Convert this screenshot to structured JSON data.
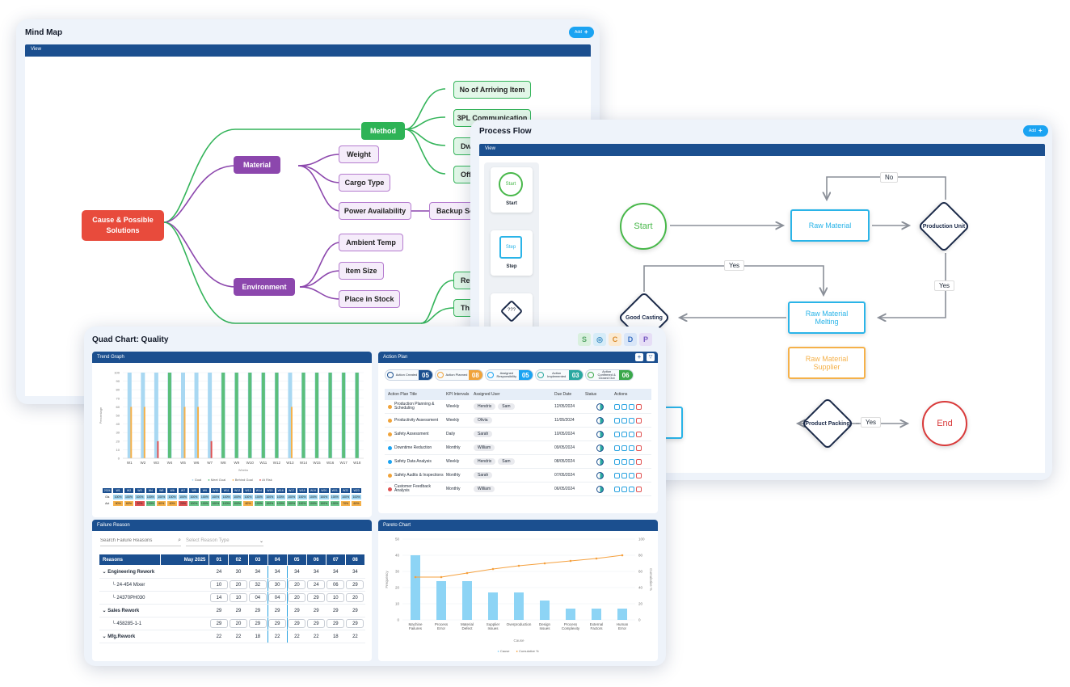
{
  "mind_map": {
    "title": "Mind Map",
    "add_label": "Add",
    "view_label": "View",
    "root": "Cause & Possible Solutions",
    "categories": {
      "method": "Method",
      "material": "Material",
      "environment": "Environment"
    },
    "method_items": [
      "No of Arriving Item",
      "3PL Communication",
      "Dw",
      "Off"
    ],
    "material_items": [
      "Weight",
      "Cargo Type",
      "Power Availability"
    ],
    "material_sub": "Backup So",
    "environment_items": [
      "Ambient Temp",
      "Item Size",
      "Place in Stock"
    ],
    "lower_items": [
      "Re",
      "Th"
    ]
  },
  "process_flow": {
    "title": "Process Flow",
    "add_label": "Add",
    "view_label": "View",
    "palette": [
      {
        "shape": "Start",
        "label": "Start"
      },
      {
        "shape": "Step",
        "label": "Step"
      },
      {
        "shape": "???",
        "label": ""
      }
    ],
    "nodes": {
      "start": "Start",
      "raw_material": "Raw Material",
      "production_unit": "Production Unit",
      "good_casting": "Good Casting",
      "melting": "Raw Material Melting",
      "supplier": "Raw Material Supplier",
      "packing": "Product Packing",
      "end": "End"
    },
    "edge_labels": {
      "no": "No",
      "yes1": "Yes",
      "yes2": "Yes",
      "yes3": "Yes"
    }
  },
  "quad": {
    "title": "Quad Chart: Quality",
    "icons": [
      {
        "name": "s-icon",
        "text": "S",
        "color": "#9ad3a6"
      },
      {
        "name": "globe-icon",
        "text": "◎",
        "color": "#8cc7e8"
      },
      {
        "name": "c-icon",
        "text": "C",
        "color": "#f5c98a"
      },
      {
        "name": "d-icon",
        "text": "D",
        "color": "#8fb7ea"
      },
      {
        "name": "p-icon",
        "text": "P",
        "color": "#b9a4e3"
      }
    ],
    "trend": {
      "title": "Trend Graph",
      "xlabel": "Weeks",
      "ylabel": "Percentage",
      "legend": [
        "Goal",
        "Meet Goal",
        "Behind Goal",
        "At Risk"
      ],
      "table_header": [
        "2024",
        "W1",
        "W2",
        "W3",
        "W4",
        "W5",
        "W6",
        "W7",
        "W8",
        "W9",
        "W10",
        "W11",
        "W12",
        "W13",
        "W14",
        "W15",
        "W16",
        "W17",
        "W18",
        "W19",
        "W20",
        "W21",
        "W22",
        "W23"
      ],
      "row_labels": [
        "Gls",
        "Act"
      ],
      "goal_row": [
        "100%",
        "100%",
        "100%",
        "100%",
        "100%",
        "100%",
        "100%",
        "100%",
        "100%",
        "100%",
        "100%",
        "100%",
        "100%",
        "100%",
        "100%",
        "100%",
        "100%",
        "100%",
        "100%",
        "100%",
        "100%",
        "100%",
        "100%"
      ],
      "act_row": [
        "90%",
        "60%",
        "20%",
        "100%",
        "60%",
        "60%",
        "20%",
        "100%",
        "100%",
        "100%",
        "100%",
        "100%",
        "60%",
        "100%",
        "100%",
        "100%",
        "100%",
        "100%",
        "100%",
        "100%",
        "100%",
        "70%",
        "60%"
      ]
    },
    "action_plan": {
      "title": "Action Plan",
      "summary": [
        {
          "label": "Action Created",
          "count": "05",
          "color": "#1b4f8f"
        },
        {
          "label": "Action Planned",
          "count": "08",
          "color": "#f0a33a"
        },
        {
          "label": "Assigned Responsibility",
          "count": "05",
          "color": "#1aa3f2"
        },
        {
          "label": "Action Implemented",
          "count": "03",
          "color": "#2aa8a0"
        },
        {
          "label": "Action Confirmed & Closed Out",
          "count": "06",
          "color": "#3aa84a"
        }
      ],
      "columns": [
        "Action Plan Title",
        "KPI Intervals",
        "Assigned User",
        "Due Date",
        "Status",
        "Actions"
      ],
      "rows": [
        {
          "title": "Production Planning & Scheduling",
          "interval": "Weekly",
          "users": [
            "Hendrix",
            "Sam"
          ],
          "due": "12/05/2024",
          "icon": "#f0a33a"
        },
        {
          "title": "Productivity Assessment",
          "interval": "Weekly",
          "users": [
            "Olivia"
          ],
          "due": "11/05/2024",
          "icon": "#f0a33a"
        },
        {
          "title": "Safety Assessment",
          "interval": "Daily",
          "users": [
            "Sarah"
          ],
          "due": "10/05/2024",
          "icon": "#f0a33a"
        },
        {
          "title": "Downtime Reduction",
          "interval": "Monthly",
          "users": [
            "William"
          ],
          "due": "09/05/2024",
          "icon": "#1aa3f2"
        },
        {
          "title": "Safety Data Analysis",
          "interval": "Weekly",
          "users": [
            "Hendrix",
            "Sam"
          ],
          "due": "08/05/2024",
          "icon": "#1aa3f2"
        },
        {
          "title": "Safety Audits & Inspections",
          "interval": "Monthly",
          "users": [
            "Sarah"
          ],
          "due": "07/05/2024",
          "icon": "#f0a33a"
        },
        {
          "title": "Customer Feedback Analysis",
          "interval": "Monthly",
          "users": [
            "William"
          ],
          "due": "06/05/2024",
          "icon": "#e05252"
        }
      ]
    },
    "failure": {
      "title": "Failure Reason",
      "search_placeholder": "Search Failure Reasons",
      "select_placeholder": "Select Reason Type",
      "header": [
        "Reasons",
        "May 2025",
        "01",
        "02",
        "03",
        "04",
        "05",
        "06",
        "07",
        "08"
      ],
      "rows": [
        {
          "name": "Engineering Rework",
          "type": "group",
          "values": [
            "24",
            "30",
            "34",
            "34",
            "34",
            "34",
            "34",
            "34"
          ]
        },
        {
          "name": "24-454 Mixer",
          "type": "child",
          "values": [
            "10",
            "20",
            "32",
            "30",
            "20",
            "24",
            "06",
            "29"
          ]
        },
        {
          "name": "24370PH030",
          "type": "child",
          "values": [
            "14",
            "10",
            "04",
            "04",
            "20",
            "29",
            "10",
            "20"
          ]
        },
        {
          "name": "Sales Rework",
          "type": "group",
          "values": [
            "29",
            "29",
            "29",
            "29",
            "29",
            "29",
            "29",
            "29"
          ]
        },
        {
          "name": "458285-1-1",
          "type": "child",
          "values": [
            "29",
            "20",
            "29",
            "29",
            "29",
            "29",
            "29",
            "29"
          ]
        },
        {
          "name": "Mfg.Rework",
          "type": "group",
          "values": [
            "22",
            "22",
            "18",
            "22",
            "22",
            "22",
            "18",
            "22"
          ]
        }
      ]
    },
    "pareto": {
      "title": "Pareto Chart",
      "xlabel": "Cause",
      "ylabel": "Frequency",
      "y2label": "Cumulative %",
      "legend": [
        "Cause",
        "Cumulative %"
      ]
    }
  },
  "chart_data": [
    {
      "type": "bar",
      "title": "Trend Graph",
      "xlabel": "Weeks",
      "ylabel": "Percentage",
      "ylim": [
        0,
        100
      ],
      "categories": [
        "W1",
        "W2",
        "W3",
        "W4",
        "W5",
        "W6",
        "W7",
        "W8",
        "W9",
        "W10",
        "W11",
        "W12",
        "W13",
        "W14",
        "W15",
        "W16",
        "W17",
        "W18"
      ],
      "series": [
        {
          "name": "Goal",
          "color": "#a9d8f2",
          "values": [
            100,
            100,
            100,
            100,
            100,
            100,
            100,
            100,
            100,
            100,
            100,
            100,
            100,
            100,
            100,
            100,
            100,
            100
          ]
        },
        {
          "name": "Meet Goal",
          "color": "#5bbf7a",
          "values": [
            0,
            0,
            0,
            100,
            0,
            0,
            0,
            100,
            100,
            100,
            100,
            100,
            0,
            100,
            100,
            100,
            100,
            100
          ]
        },
        {
          "name": "Behind Goal",
          "color": "#f5b14a",
          "values": [
            60,
            60,
            0,
            0,
            60,
            60,
            0,
            0,
            0,
            0,
            0,
            0,
            60,
            0,
            0,
            0,
            0,
            0
          ]
        },
        {
          "name": "At Risk",
          "color": "#e05252",
          "values": [
            0,
            0,
            20,
            0,
            0,
            0,
            20,
            0,
            0,
            0,
            0,
            0,
            0,
            0,
            0,
            0,
            0,
            0
          ]
        }
      ],
      "grid": true,
      "legend": "bottom"
    },
    {
      "type": "bar",
      "title": "Pareto Chart",
      "xlabel": "Cause",
      "ylabel": "Frequency",
      "ylim": [
        0,
        50
      ],
      "y2lim": [
        0,
        100
      ],
      "categories": [
        "Machine Failures",
        "Process Error",
        "Material Defect",
        "Supplier Issues",
        "Overproduction",
        "Design Issues",
        "Process Complexity",
        "External Factors",
        "Human Error"
      ],
      "series": [
        {
          "name": "Cause",
          "color": "#8dd4f5",
          "values": [
            40,
            24,
            24,
            17,
            17,
            12,
            7,
            7,
            7
          ]
        },
        {
          "name": "Cumulative %",
          "color": "#f5a13f",
          "type": "line",
          "values": [
            53,
            53,
            58,
            63,
            67,
            70,
            73,
            76,
            80
          ]
        }
      ],
      "grid": true,
      "legend": "bottom"
    }
  ]
}
